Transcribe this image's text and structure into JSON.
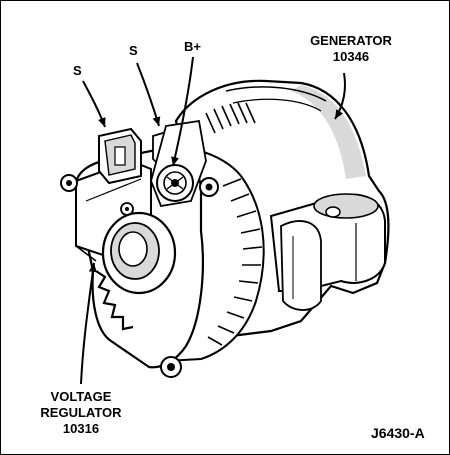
{
  "labels": {
    "s_left": "S",
    "s_mid": "S",
    "b_plus": "B+",
    "generator_title": "GENERATOR",
    "generator_code": "10346",
    "regulator_line1": "VOLTAGE",
    "regulator_line2": "REGULATOR",
    "regulator_code": "10316",
    "figure_id": "J6430-A"
  },
  "colors": {
    "ink": "#000000",
    "paper": "#ffffff",
    "shade": "#d9d9d9"
  }
}
